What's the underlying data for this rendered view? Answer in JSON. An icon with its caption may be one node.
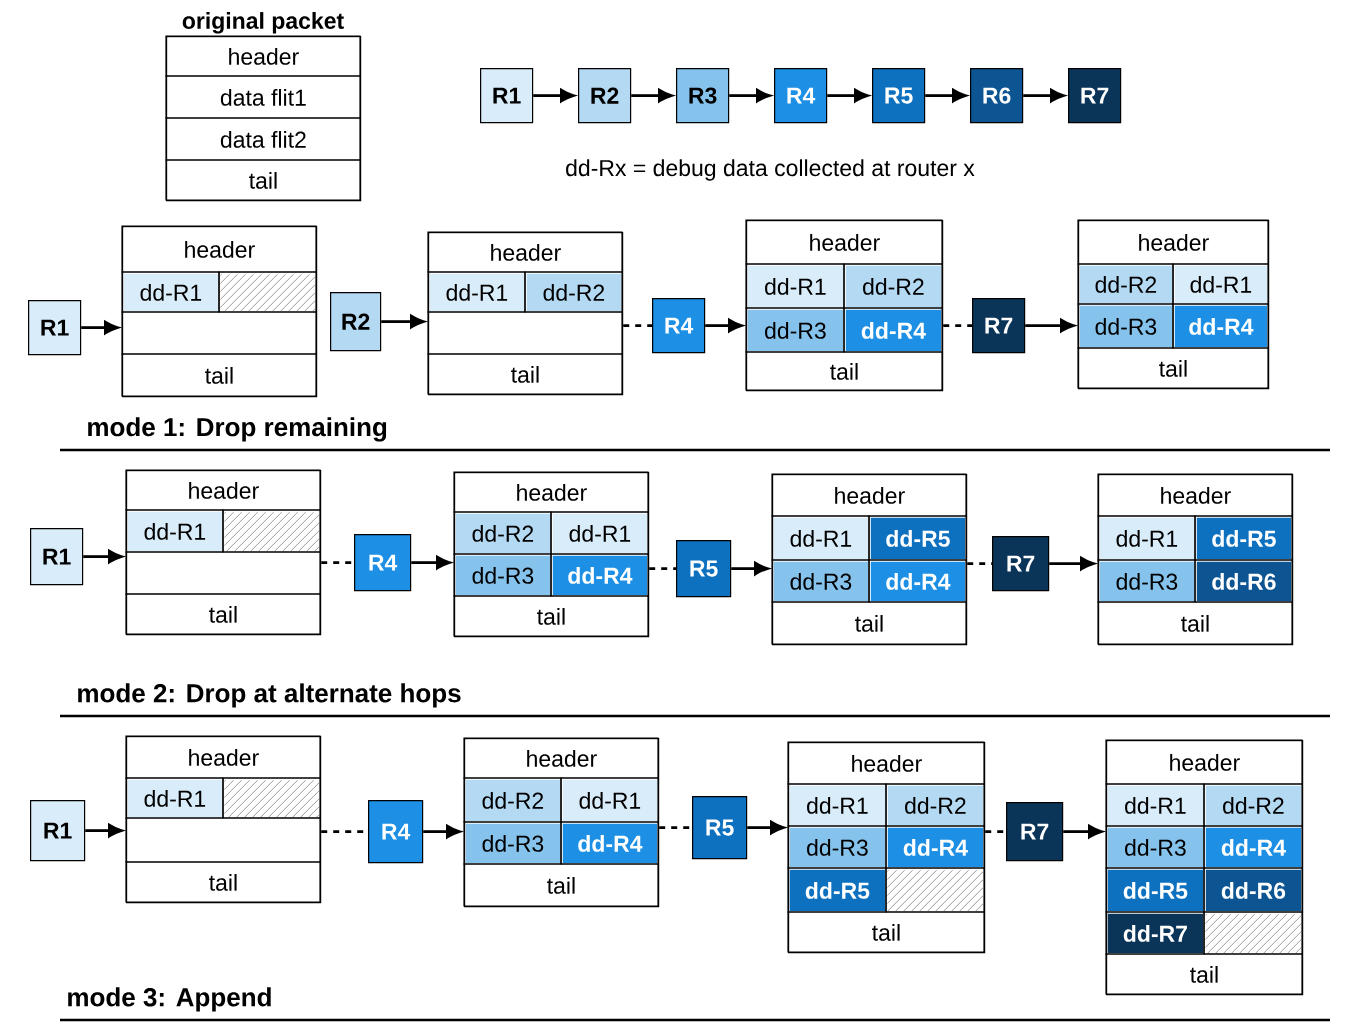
{
  "diagram": {
    "nodes": [
      {
        "text": [
          "original packet"
        ]
      },
      {
        "text": [
          "header"
        ],
        "in": 0
      },
      {
        "text": [
          "data flit1"
        ],
        "in": 0
      },
      {
        "text": [
          "data flit2"
        ],
        "in": 0
      },
      {
        "text": [
          "tail"
        ],
        "in": 0
      },
      {
        "text": [
          "R1"
        ]
      },
      {
        "text": [
          "R2"
        ]
      },
      {
        "text": [
          "R3"
        ]
      },
      {
        "text": [
          "R4"
        ]
      },
      {
        "text": [
          "R5"
        ]
      },
      {
        "text": [
          "R6"
        ]
      },
      {
        "text": [
          "R7"
        ]
      },
      {
        "text": [
          "R1"
        ]
      },
      {
        "text": [],
        "shape": "box"
      },
      {
        "text": [
          "header"
        ],
        "in": 13
      },
      {
        "text": [
          "dd-R1"
        ],
        "in": 13
      },
      {
        "text": [],
        "shape": "box",
        "in": 13
      },
      {
        "text": [],
        "shape": "box",
        "in": 13
      },
      {
        "text": [
          "tail"
        ],
        "in": 13
      },
      {
        "text": [
          "R2"
        ]
      },
      {
        "text": [],
        "shape": "box"
      },
      {
        "text": [
          "header"
        ],
        "in": 20
      },
      {
        "text": [
          "dd-R1"
        ],
        "in": 20
      },
      {
        "text": [
          "dd-R2"
        ],
        "in": 20
      },
      {
        "text": [],
        "shape": "box",
        "in": 20
      },
      {
        "text": [
          "tail"
        ],
        "in": 20
      },
      {
        "text": [
          "R4"
        ]
      },
      {
        "text": [],
        "shape": "box"
      },
      {
        "text": [
          "header"
        ],
        "in": 27
      },
      {
        "text": [
          "dd-R1"
        ],
        "in": 27
      },
      {
        "text": [
          "dd-R2"
        ],
        "in": 27
      },
      {
        "text": [
          "dd-R3"
        ],
        "in": 27
      },
      {
        "text": [
          "dd-R4"
        ],
        "in": 27
      },
      {
        "text": [
          "tail"
        ],
        "in": 27
      },
      {
        "text": [
          "R7"
        ]
      },
      {
        "text": [],
        "shape": "box"
      },
      {
        "text": [
          "header"
        ],
        "in": 35
      },
      {
        "text": [
          "dd-R2"
        ],
        "in": 35
      },
      {
        "text": [
          "dd-R1"
        ],
        "in": 35
      },
      {
        "text": [
          "dd-R3"
        ],
        "in": 35
      },
      {
        "text": [
          "dd-R4"
        ],
        "in": 35
      },
      {
        "text": [
          "tail"
        ],
        "in": 35
      },
      {
        "text": [
          "R1"
        ]
      },
      {
        "text": [],
        "shape": "box"
      },
      {
        "text": [
          "header"
        ],
        "in": 43
      },
      {
        "text": [
          "dd-R1"
        ],
        "in": 43
      },
      {
        "text": [],
        "shape": "box",
        "in": 43
      },
      {
        "text": [],
        "shape": "box",
        "in": 43
      },
      {
        "text": [
          "tail"
        ],
        "in": 43
      },
      {
        "text": [
          "R4"
        ]
      },
      {
        "text": [],
        "shape": "box"
      },
      {
        "text": [
          "header"
        ],
        "in": 50
      },
      {
        "text": [
          "dd-R2"
        ],
        "in": 50
      },
      {
        "text": [
          "dd-R1"
        ],
        "in": 50
      },
      {
        "text": [
          "dd-R3"
        ],
        "in": 50
      },
      {
        "text": [
          "dd-R4"
        ],
        "in": 50
      },
      {
        "text": [
          "tail"
        ],
        "in": 50
      },
      {
        "text": [
          "R5"
        ]
      },
      {
        "text": [],
        "shape": "box"
      },
      {
        "text": [
          "header"
        ],
        "in": 58
      },
      {
        "text": [
          "dd-R1"
        ],
        "in": 58
      },
      {
        "text": [
          "dd-R5"
        ],
        "in": 58
      },
      {
        "text": [
          "dd-R3"
        ],
        "in": 58
      },
      {
        "text": [
          "dd-R4"
        ],
        "in": 58
      },
      {
        "text": [
          "tail"
        ],
        "in": 58
      },
      {
        "text": [
          "R7"
        ]
      },
      {
        "text": [],
        "shape": "box"
      },
      {
        "text": [
          "header"
        ],
        "in": 66
      },
      {
        "text": [
          "dd-R1"
        ],
        "in": 66
      },
      {
        "text": [
          "dd-R5"
        ],
        "in": 66
      },
      {
        "text": [
          "dd-R3"
        ],
        "in": 66
      },
      {
        "text": [
          "dd-R6"
        ],
        "in": 66
      },
      {
        "text": [
          "tail"
        ],
        "in": 66
      },
      {
        "text": [
          "R1"
        ]
      },
      {
        "text": [],
        "shape": "box"
      },
      {
        "text": [
          "header"
        ],
        "in": 74
      },
      {
        "text": [
          "dd-R1"
        ],
        "in": 74
      },
      {
        "text": [],
        "shape": "box",
        "in": 74
      },
      {
        "text": [],
        "shape": "box",
        "in": 74
      },
      {
        "text": [
          "tail"
        ],
        "in": 74
      },
      {
        "text": [
          "R4"
        ]
      },
      {
        "text": [],
        "shape": "box"
      },
      {
        "text": [
          "header"
        ],
        "in": 81
      },
      {
        "text": [
          "dd-R2"
        ],
        "in": 81
      },
      {
        "text": [
          "dd-R1"
        ],
        "in": 81
      },
      {
        "text": [
          "dd-R3"
        ],
        "in": 81
      },
      {
        "text": [
          "dd-R4"
        ],
        "in": 81
      },
      {
        "text": [
          "tail"
        ],
        "in": 81
      },
      {
        "text": [
          "R5"
        ]
      },
      {
        "text": [],
        "shape": "box"
      },
      {
        "text": [
          "header"
        ],
        "in": 89
      },
      {
        "text": [
          "dd-R1"
        ],
        "in": 89
      },
      {
        "text": [
          "dd-R2"
        ],
        "in": 89
      },
      {
        "text": [
          "dd-R3"
        ],
        "in": 89
      },
      {
        "text": [
          "dd-R4"
        ],
        "in": 89
      },
      {
        "text": [
          "dd-R5"
        ],
        "in": 89
      },
      {
        "text": [],
        "shape": "box",
        "in": 89
      },
      {
        "text": [
          "tail"
        ],
        "in": 89
      },
      {
        "text": [
          "R7"
        ]
      },
      {
        "text": [],
        "shape": "box"
      },
      {
        "text": [
          "header"
        ],
        "in": 99
      },
      {
        "text": [
          "dd-R1"
        ],
        "in": 99
      },
      {
        "text": [
          "dd-R2"
        ],
        "in": 99
      },
      {
        "text": [
          "dd-R3"
        ],
        "in": 99
      },
      {
        "text": [
          "dd-R4"
        ],
        "in": 99
      },
      {
        "text": [
          "dd-R5"
        ],
        "in": 99
      },
      {
        "text": [
          "dd-R6"
        ],
        "in": 99
      },
      {
        "text": [
          "dd-R7"
        ],
        "in": 99
      },
      {
        "text": [],
        "shape": "box",
        "in": 99
      },
      {
        "text": [
          "tail"
        ],
        "in": 99
      }
    ],
    "edges": [
      {
        "from": 5,
        "to": 6,
        "arrow": "to"
      },
      {
        "from": 6,
        "to": 7,
        "arrow": "to"
      },
      {
        "from": 7,
        "to": 8,
        "arrow": "to"
      },
      {
        "from": 8,
        "to": 9,
        "arrow": "to"
      },
      {
        "from": 9,
        "to": 10,
        "arrow": "to"
      },
      {
        "from": 10,
        "to": 11,
        "arrow": "to"
      },
      {
        "from": 12,
        "to": 13,
        "arrow": "to"
      },
      {
        "from": 19,
        "to": 20,
        "arrow": "to"
      },
      {
        "from": 20,
        "to": 26,
        "arrow": "none",
        "style": "dashed"
      },
      {
        "from": 26,
        "to": 27,
        "arrow": "to"
      },
      {
        "from": 27,
        "to": 34,
        "arrow": "none",
        "style": "dashed"
      },
      {
        "from": 34,
        "to": 35,
        "arrow": "to"
      },
      {
        "from": 42,
        "to": 43,
        "arrow": "to"
      },
      {
        "from": 43,
        "to": 49,
        "arrow": "none",
        "style": "dashed"
      },
      {
        "from": 49,
        "to": 50,
        "arrow": "to"
      },
      {
        "from": 50,
        "to": 57,
        "arrow": "none",
        "style": "dashed"
      },
      {
        "from": 57,
        "to": 58,
        "arrow": "to"
      },
      {
        "from": 58,
        "to": 65,
        "arrow": "none",
        "style": "dashed"
      },
      {
        "from": 65,
        "to": 66,
        "arrow": "to"
      },
      {
        "from": 73,
        "to": 74,
        "arrow": "to"
      },
      {
        "from": 74,
        "to": 80,
        "arrow": "none",
        "style": "dashed"
      },
      {
        "from": 80,
        "to": 81,
        "arrow": "to"
      },
      {
        "from": 81,
        "to": 88,
        "arrow": "none",
        "style": "dashed"
      },
      {
        "from": 88,
        "to": 89,
        "arrow": "to"
      },
      {
        "from": 89,
        "to": 98,
        "arrow": "none",
        "style": "dashed"
      },
      {
        "from": 98,
        "to": 99,
        "arrow": "to"
      }
    ],
    "labels": [
      "dd-Rx = debug data collected at router x",
      "mode 1: Drop remaining",
      "mode 2: Drop at alternate hops",
      "mode 3: Append"
    ]
  }
}
